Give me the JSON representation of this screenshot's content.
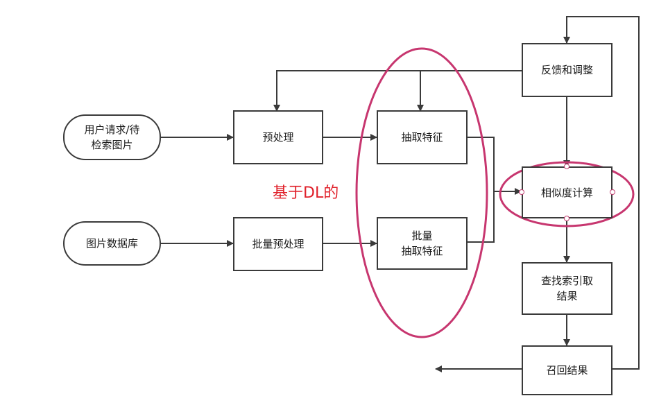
{
  "nodes": {
    "user_query": "用户请求/待\n检索图片",
    "image_db": "图片数据库",
    "preprocess": "预处理",
    "batch_preprocess": "批量预处理",
    "extract_features": "抽取特征",
    "batch_extract_features": "批量\n抽取特征",
    "feedback": "反馈和调整",
    "similarity": "相似度计算",
    "lookup_index": "查找索引取\n结果",
    "recall_result": "召回结果"
  },
  "annotation": "基于DL的",
  "colors": {
    "line": "#3a3a3a",
    "highlight": "#c7366f",
    "annotation": "#e0202a"
  }
}
